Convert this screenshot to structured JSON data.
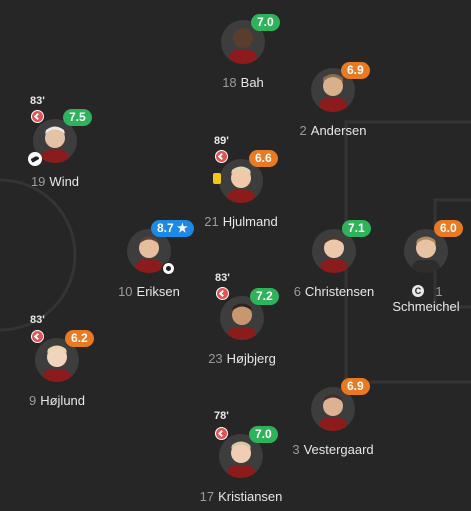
{
  "players": {
    "bah": {
      "number": "18",
      "name": "Bah",
      "rating": "7.0"
    },
    "andersen": {
      "number": "2",
      "name": "Andersen",
      "rating": "6.9"
    },
    "wind": {
      "number": "19",
      "name": "Wind",
      "rating": "7.5",
      "sub_time": "83'"
    },
    "hjulmand": {
      "number": "21",
      "name": "Hjulmand",
      "rating": "6.6",
      "sub_time": "89'"
    },
    "eriksen": {
      "number": "10",
      "name": "Eriksen",
      "rating": "8.7 ★"
    },
    "christensen": {
      "number": "6",
      "name": "Christensen",
      "rating": "7.1"
    },
    "schmeichel": {
      "number": "1",
      "name": "Schmeichel",
      "rating": "6.0",
      "captain_badge": "C"
    },
    "hojbjerg": {
      "number": "23",
      "name": "Højbjerg",
      "rating": "7.2",
      "sub_time": "83'"
    },
    "hojlund": {
      "number": "9",
      "name": "Højlund",
      "rating": "6.2",
      "sub_time": "83'"
    },
    "vestergaard": {
      "number": "3",
      "name": "Vestergaard",
      "rating": "6.9"
    },
    "kristiansen": {
      "number": "17",
      "name": "Kristiansen",
      "rating": "7.0",
      "sub_time": "78'"
    }
  },
  "colors": {
    "green": "#2fb35a",
    "orange": "#ea7a22",
    "blue": "#1e88e5",
    "background": "#262626"
  },
  "icons": [
    "substitution-icon",
    "yellow-card-icon",
    "goal-ball-icon",
    "assist-boot-icon",
    "captain-icon",
    "star-icon"
  ]
}
